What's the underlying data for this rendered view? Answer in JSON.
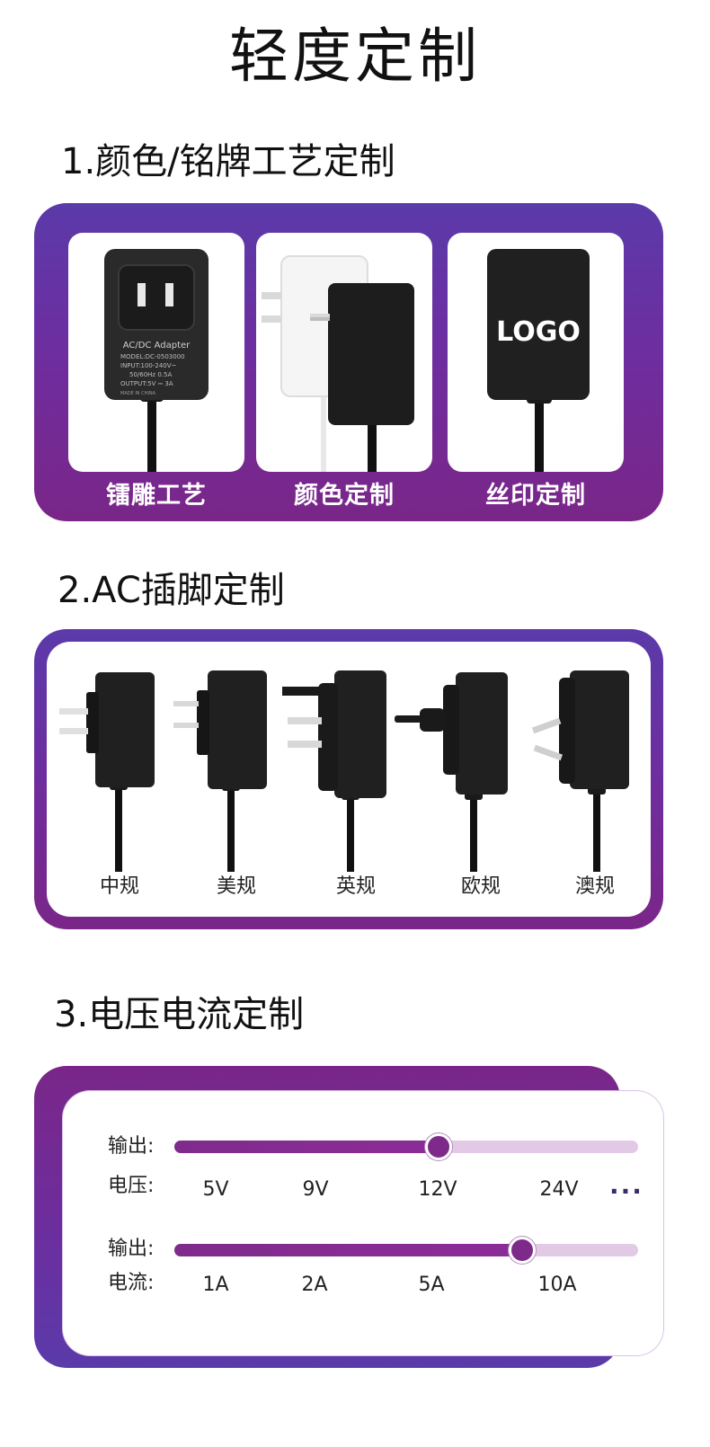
{
  "page_title": "轻度定制",
  "section1": {
    "title": "1.颜色/铭牌工艺定制",
    "cards": [
      {
        "caption": "镭雕工艺",
        "label_title": "AC/DC Adapter",
        "label_lines": [
          "MODEL:DC-0503000",
          "INPUT:100-240V~",
          "50/60Hz 0.5A",
          "OUTPUT:5V ⎓ 3A"
        ],
        "made_in": "MADE IN CHINA"
      },
      {
        "caption": "颜色定制"
      },
      {
        "caption": "丝印定制",
        "logo_text": "LOGO"
      }
    ]
  },
  "section2": {
    "title": "2.AC插脚定制",
    "plugs": [
      "中规",
      "美规",
      "英规",
      "欧规",
      "澳规"
    ]
  },
  "section3": {
    "title": "3.电压电流定制",
    "voltage": {
      "label_top": "输出:",
      "label_bottom": "电压:",
      "ticks": [
        "5V",
        "9V",
        "12V",
        "24V"
      ],
      "more": "...",
      "level_percent": 57
    },
    "current": {
      "label_top": "输出:",
      "label_bottom": "电流:",
      "ticks": [
        "1A",
        "2A",
        "5A",
        "10A"
      ],
      "level_percent": 75
    }
  },
  "colors": {
    "accent_purple": "#7a2688",
    "panel_top": "#5b3aa9",
    "track_light": "#e2c9e6"
  }
}
